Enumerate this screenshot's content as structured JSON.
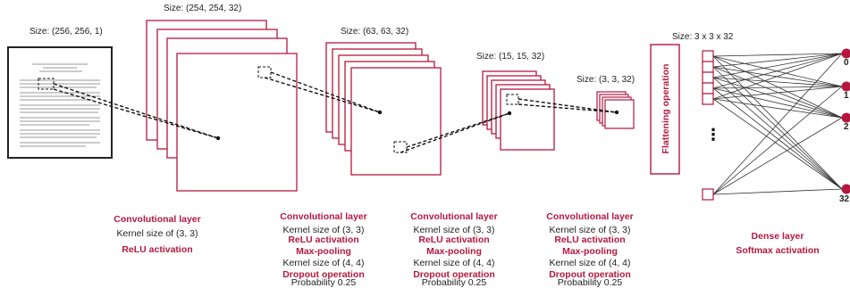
{
  "input": {
    "size": "Size: (256, 256, 1)"
  },
  "conv1": {
    "size": "Size: (254, 254, 32)",
    "title": "Convolutional layer",
    "kernel": "Kernel size of (3, 3)",
    "activation": "ReLU activation"
  },
  "block2": {
    "size": "Size: (63, 63, 32)",
    "title": "Convolutional layer",
    "kernel": "Kernel size of (3, 3)",
    "activation": "ReLU activation",
    "pool": "Max-pooling",
    "pool_kernel": "Kernel size of (4, 4)",
    "dropout": "Dropout operation",
    "prob": "Probability 0.25"
  },
  "block3": {
    "size": "Size: (15, 15, 32)",
    "title": "Convolutional layer",
    "kernel": "Kernel size of (3, 3)",
    "activation": "ReLU activation",
    "pool": "Max-pooling",
    "pool_kernel": "Kernel size of (4, 4)",
    "dropout": "Dropout operation",
    "prob": "Probability 0.25"
  },
  "block4": {
    "size": "Size: (3, 3, 32)",
    "title": "Convolutional layer",
    "kernel": "Kernel size of (3, 3)",
    "activation": "ReLU activation",
    "pool": "Max-pooling",
    "pool_kernel": "Kernel size of (4, 4)",
    "dropout": "Dropout operation",
    "prob": "Probability 0.25"
  },
  "flatten": {
    "label": "Flattening operation"
  },
  "dense": {
    "size": "Size: 3 x 3 x 32",
    "title": "Dense layer",
    "activation": "Softmax activation",
    "dots": "⋮",
    "outputs": [
      "0",
      "1",
      "2",
      "32"
    ]
  },
  "colors": {
    "accent": "#b5183f",
    "line": "#111111"
  }
}
